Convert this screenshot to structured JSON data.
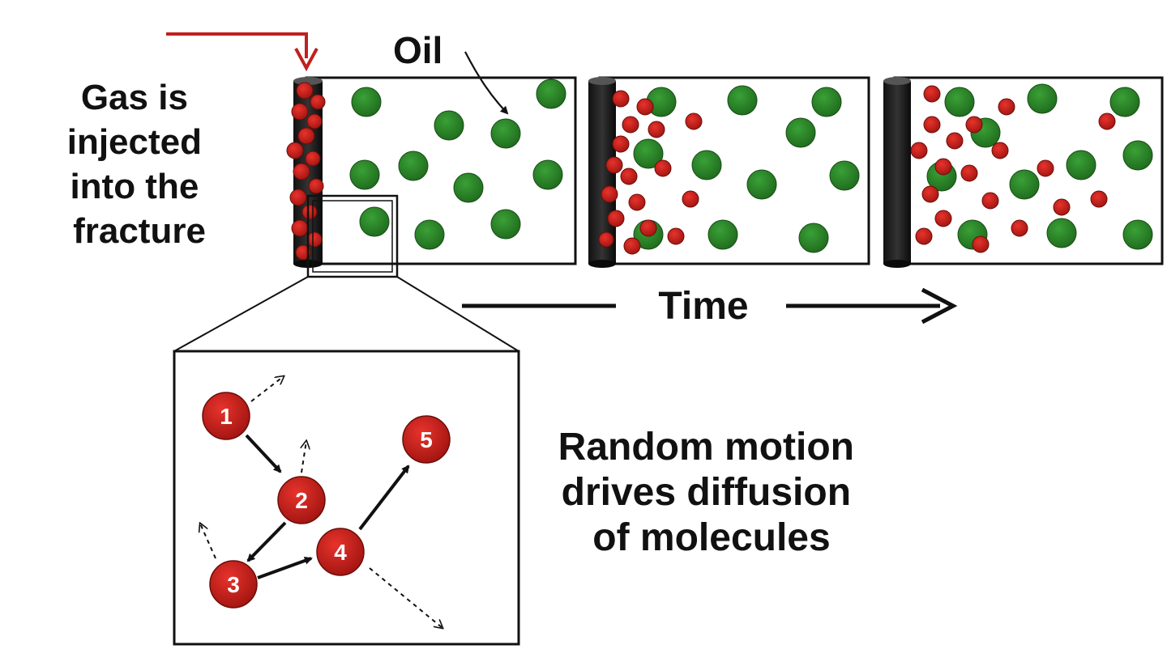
{
  "labels": {
    "gas_injected": [
      "Gas is",
      "injected",
      "into the",
      "fracture"
    ],
    "oil": "Oil",
    "time": "Time",
    "random_motion": [
      "Random motion",
      "drives diffusion",
      "of molecules"
    ]
  },
  "molecule_numbers": [
    "1",
    "2",
    "3",
    "4",
    "5"
  ],
  "colors": {
    "gas": "#d0221e",
    "oil": "#2f8a2b",
    "injection_arrow": "#c0201e",
    "ink": "#111111"
  }
}
